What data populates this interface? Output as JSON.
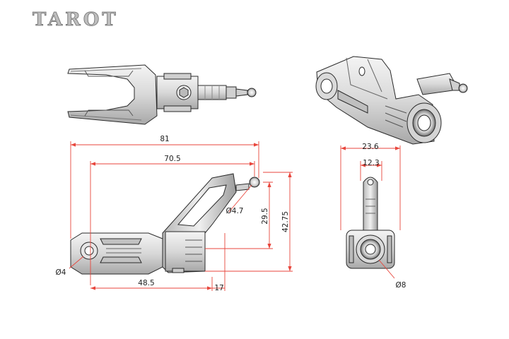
{
  "brand": {
    "logo_text": "TAROT"
  },
  "colors": {
    "dimension_line": "#e8463c",
    "outline": "#2a2a2a",
    "text": "#222222",
    "metal_fill": "#dcdcdc",
    "metal_shade": "#9a9a9a"
  },
  "dimensions": {
    "overall_length": "81",
    "pin_to_tip": "70.5",
    "pivot_to_back": "48.5",
    "back_section": "17",
    "ball_height": "29.5",
    "overall_height": "42.75",
    "hole_dia": "Ø4",
    "ball_dia": "Ø4.7",
    "overall_width": "23.6",
    "arm_width": "12.3",
    "bore_dia": "Ø8"
  }
}
